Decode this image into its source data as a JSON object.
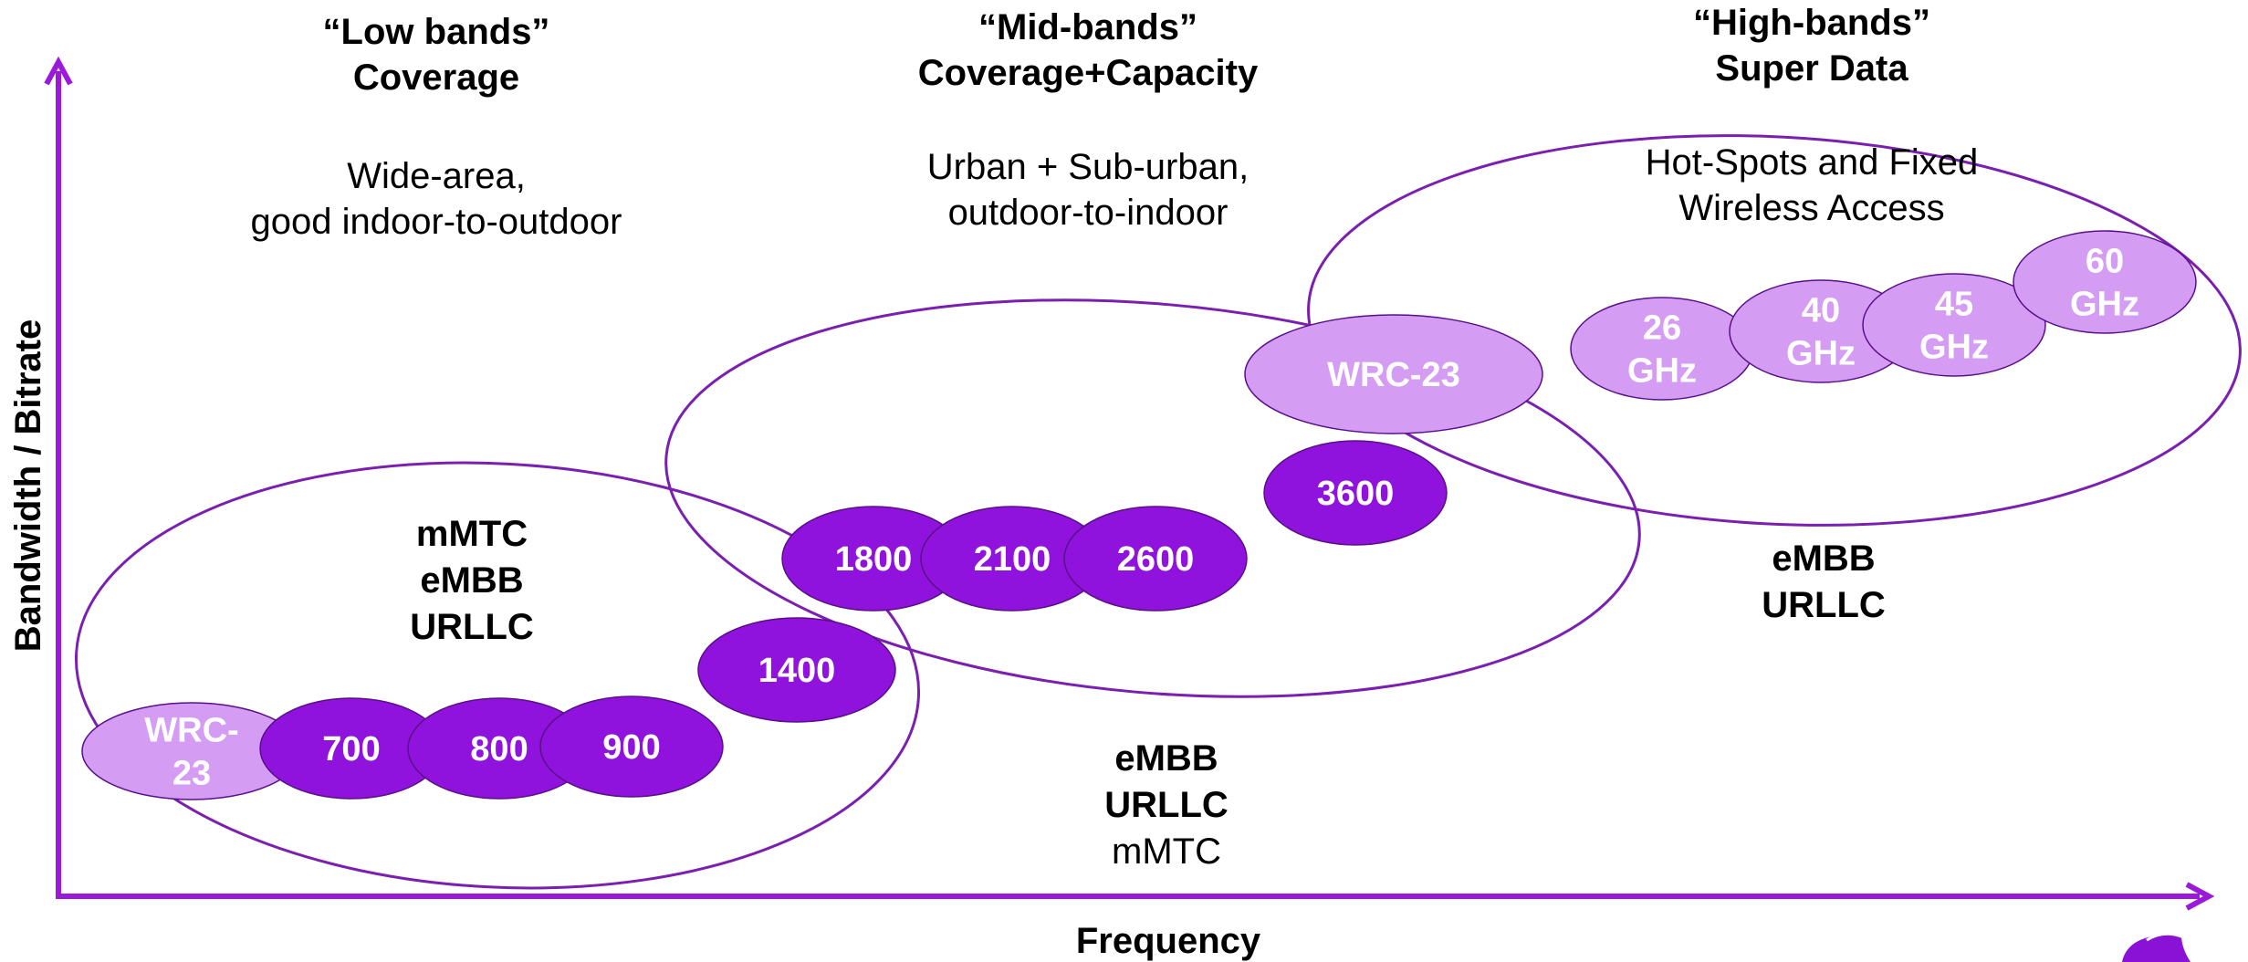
{
  "colors": {
    "axis": "#9b19d8",
    "region_outline": "#7a1fb0",
    "band_existing": "#9012dd",
    "band_new": "#d59cf4",
    "band_text": "#ffffff"
  },
  "axes": {
    "x_label": "Frequency",
    "y_label": "Bandwidth / Bitrate"
  },
  "tiers": [
    {
      "heading": [
        "“Low bands”",
        "Coverage"
      ],
      "description": [
        "Wide-area,",
        "good indoor-to-outdoor"
      ],
      "services": [
        {
          "text": "mMTC",
          "bold": true
        },
        {
          "text": "eMBB",
          "bold": true
        },
        {
          "text": "URLLC",
          "bold": true
        }
      ]
    },
    {
      "heading": [
        "“Mid-bands”",
        "Coverage+Capacity"
      ],
      "description": [
        "Urban + Sub-urban,",
        "outdoor-to-indoor"
      ],
      "services": [
        {
          "text": "eMBB",
          "bold": true
        },
        {
          "text": "URLLC",
          "bold": true
        },
        {
          "text": "mMTC",
          "bold": false
        }
      ]
    },
    {
      "heading": [
        "“High-bands”",
        "Super Data"
      ],
      "description": [
        "Hot-Spots and Fixed",
        "Wireless Access"
      ],
      "services": [
        {
          "text": "eMBB",
          "bold": true
        },
        {
          "text": "URLLC",
          "bold": true
        }
      ]
    }
  ],
  "bands": [
    {
      "lines": [
        "WRC-",
        "23"
      ],
      "status": "new"
    },
    {
      "lines": [
        "700"
      ],
      "status": "existing"
    },
    {
      "lines": [
        "800"
      ],
      "status": "existing"
    },
    {
      "lines": [
        "900"
      ],
      "status": "existing"
    },
    {
      "lines": [
        "1400"
      ],
      "status": "existing"
    },
    {
      "lines": [
        "1800"
      ],
      "status": "existing"
    },
    {
      "lines": [
        "2100"
      ],
      "status": "existing"
    },
    {
      "lines": [
        "2600"
      ],
      "status": "existing"
    },
    {
      "lines": [
        "3600"
      ],
      "status": "existing"
    },
    {
      "lines": [
        "WRC-23"
      ],
      "status": "new"
    },
    {
      "lines": [
        "26",
        "GHz"
      ],
      "status": "new"
    },
    {
      "lines": [
        "40",
        "GHz"
      ],
      "status": "new"
    },
    {
      "lines": [
        "45",
        "GHz"
      ],
      "status": "new"
    },
    {
      "lines": [
        "60",
        "GHz"
      ],
      "status": "new"
    }
  ]
}
